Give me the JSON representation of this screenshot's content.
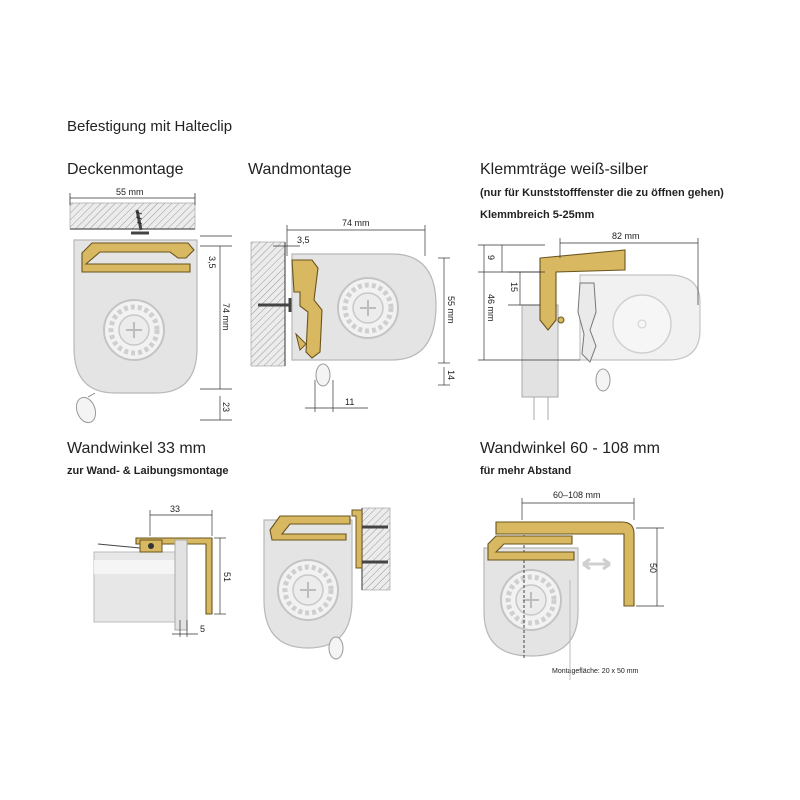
{
  "title": "Befestigung mit Halteclip",
  "sections": {
    "decke": {
      "heading": "Deckenmontage",
      "dims": {
        "width": "55 mm",
        "clip": "3,5",
        "height": "74 mm",
        "bottom": "23"
      }
    },
    "wand": {
      "heading": "Wandmontage",
      "dims": {
        "depth": "74 mm",
        "clip": "3,5",
        "height": "55 mm",
        "bottom": "14",
        "offset": "11"
      }
    },
    "klemm": {
      "heading": "Klemmträge weiß-silber",
      "sub1": "(nur für Kunststofffenster die zu öffnen gehen)",
      "sub2": "Klemmbreich 5-25mm",
      "dims": {
        "width": "82 mm",
        "top": "9",
        "clamp": "15",
        "height": "46 mm"
      }
    },
    "winkel33": {
      "heading": "Wandwinkel 33 mm",
      "sub": "zur Wand- & Laibungsmontage",
      "dims": {
        "width": "33",
        "height": "51",
        "bottom": "5"
      }
    },
    "winkel60": {
      "heading": "Wandwinkel 60 - 108 mm",
      "sub": "für mehr Abstand",
      "dims": {
        "width": "60–108 mm",
        "height": "50"
      },
      "note": "Montagefläche: 20 x 50 mm"
    }
  },
  "colors": {
    "housing": "#e4e4e4",
    "housing_stroke": "#b8b8b8",
    "bracket": "#d8b860",
    "bracket_stroke": "#6a5520",
    "wall": "#dadada",
    "line": "#333333"
  }
}
